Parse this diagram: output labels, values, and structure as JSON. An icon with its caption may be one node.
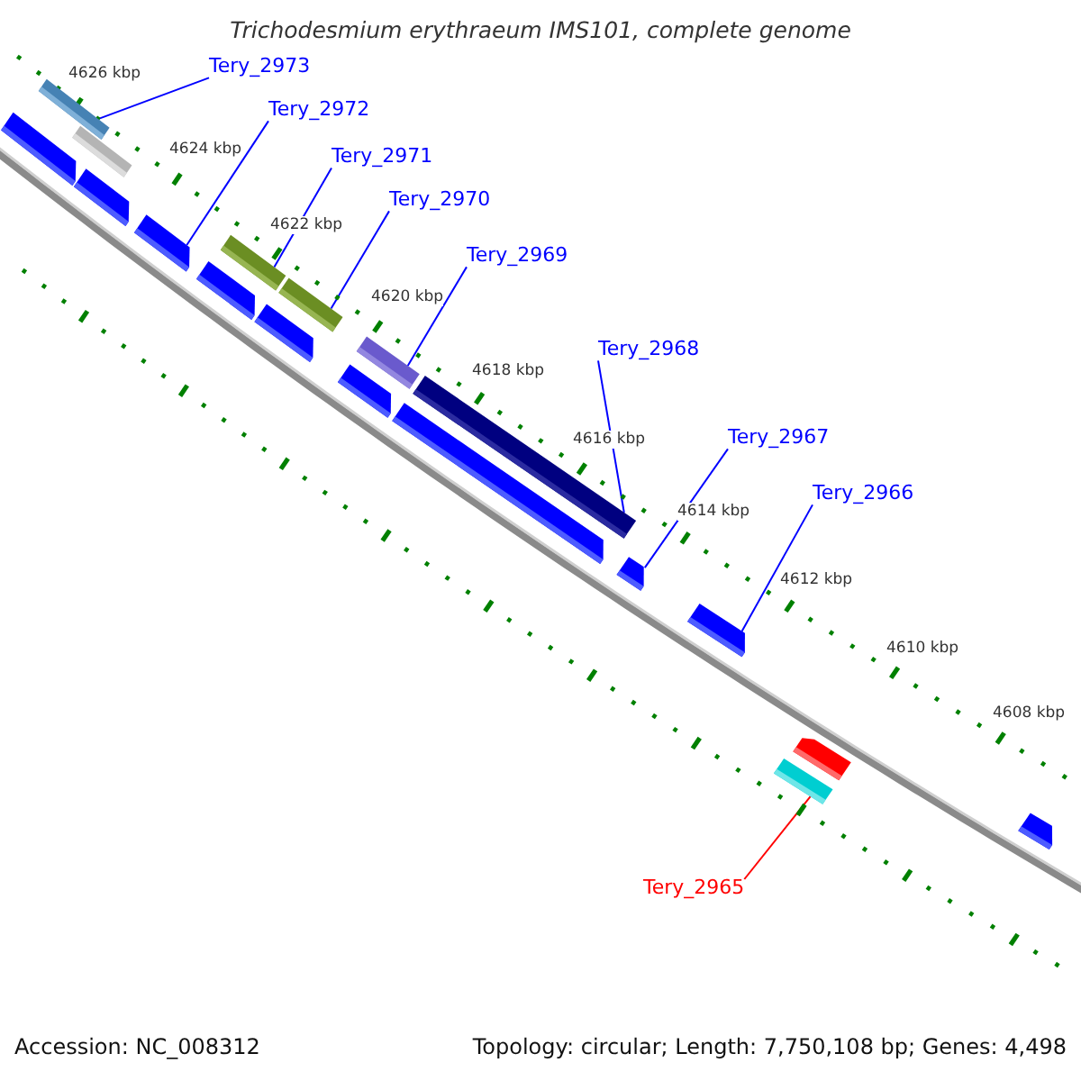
{
  "diagram": {
    "title": "Trichodesmium erythraeum IMS101, complete genome",
    "nodes": [
      {
        "text": [
          "Tery_2973"
        ]
      },
      {
        "text": [
          "Tery_2972"
        ]
      },
      {
        "text": [
          "Tery_2971"
        ]
      },
      {
        "text": [
          "Tery_2970"
        ]
      },
      {
        "text": [
          "Tery_2969"
        ]
      },
      {
        "text": [
          "Tery_2968"
        ]
      },
      {
        "text": [
          "Tery_2967"
        ]
      },
      {
        "text": [
          "Tery_2966"
        ]
      },
      {
        "text": [
          "Tery_2965"
        ]
      },
      {
        "text": [],
        "shape": "bar"
      },
      {
        "text": [],
        "shape": "arrow"
      },
      {
        "text": [],
        "shape": "bar"
      },
      {
        "text": [],
        "shape": "bar"
      },
      {
        "text": [],
        "shape": "bar"
      },
      {
        "text": [],
        "shape": "bar"
      },
      {
        "text": [],
        "shape": "arrow"
      },
      {
        "text": [],
        "shape": "arrow"
      },
      {
        "text": [],
        "shape": "bar"
      },
      {
        "text": [],
        "shape": "arrow"
      },
      {
        "text": [],
        "shape": "bar"
      },
      {
        "text": [],
        "shape": "arrow"
      },
      {
        "text": [],
        "shape": "arrow"
      },
      {
        "text": [],
        "shape": "arrow"
      },
      {
        "text": [],
        "shape": "arrow"
      },
      {
        "text": [],
        "shape": "arrow"
      },
      {
        "text": [],
        "shape": "arrow"
      },
      {
        "text": [],
        "shape": "arrow"
      }
    ],
    "edges": [
      {
        "from": 0,
        "to": 9,
        "arrow": "none"
      },
      {
        "from": 1,
        "to": 10,
        "arrow": "none"
      },
      {
        "from": 2,
        "to": 11,
        "arrow": "none"
      },
      {
        "from": 3,
        "to": 12,
        "arrow": "none"
      },
      {
        "from": 4,
        "to": 13,
        "arrow": "none"
      },
      {
        "from": 5,
        "to": 14,
        "arrow": "none"
      },
      {
        "from": 6,
        "to": 15,
        "arrow": "none"
      },
      {
        "from": 7,
        "to": 16,
        "arrow": "none"
      },
      {
        "from": 8,
        "to": 17,
        "arrow": "none",
        "color": "#ff0000"
      }
    ],
    "labels": [
      "4626 kbp",
      "4624 kbp",
      "4622 kbp",
      "4620 kbp",
      "4618 kbp",
      "4616 kbp",
      "4614 kbp",
      "4612 kbp",
      "4610 kbp",
      "4608 kbp",
      "Accession: NC_008312",
      "Topology: circular; Length: 7,750,108 bp; Genes: 4,498"
    ]
  }
}
